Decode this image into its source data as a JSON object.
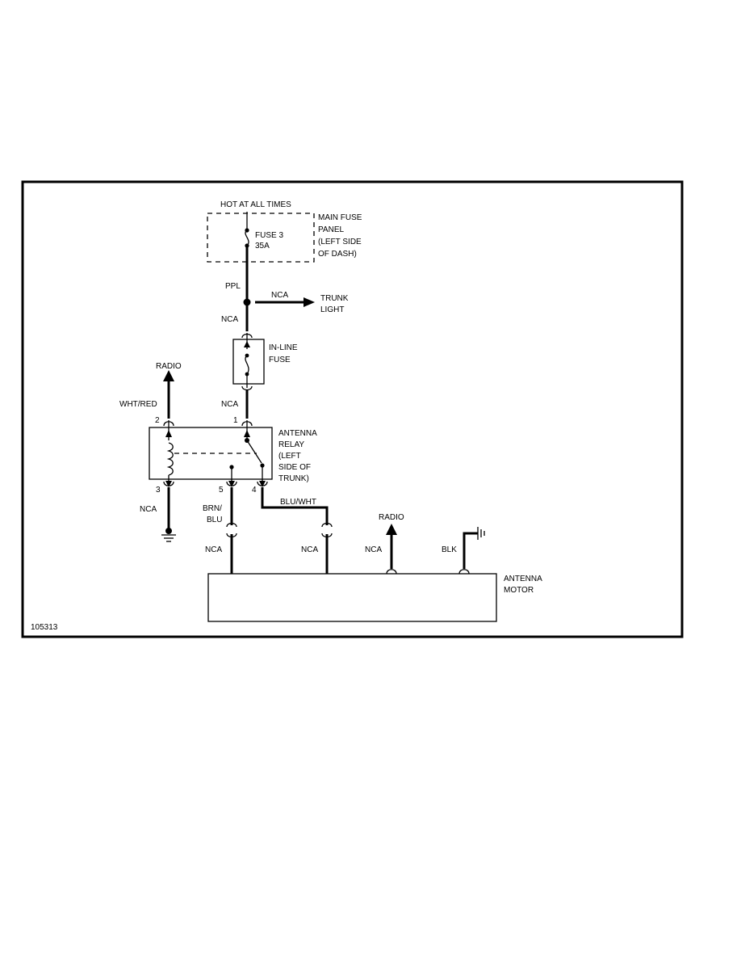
{
  "labels": {
    "hot_at_all_times": "HOT AT ALL TIMES",
    "main_fuse_panel": [
      "MAIN FUSE",
      "PANEL",
      "(LEFT SIDE",
      "OF DASH)"
    ],
    "fuse3": [
      "FUSE 3",
      "35A"
    ],
    "ppl": "PPL",
    "nca_trunk": "NCA",
    "trunk_light": [
      "TRUNK",
      "LIGHT"
    ],
    "nca_inline_top": "NCA",
    "inline_fuse": [
      "IN-LINE",
      "FUSE"
    ],
    "radio_top": "RADIO",
    "wht_red": "WHT/RED",
    "nca_relay_top": "NCA",
    "pin2": "2",
    "pin1": "1",
    "antenna_relay": [
      "ANTENNA",
      "RELAY",
      "(LEFT",
      "SIDE OF",
      "TRUNK)"
    ],
    "pin3": "3",
    "pin5": "5",
    "pin4": "4",
    "blu_wht": "BLU/WHT",
    "nca_ground": "NCA",
    "brn_blu": [
      "BRN/",
      "BLU"
    ],
    "radio_bottom": "RADIO",
    "nca_motor_1": "NCA",
    "nca_motor_2": "NCA",
    "nca_motor_3": "NCA",
    "blk": "BLK",
    "antenna_motor": [
      "ANTENNA",
      "MOTOR"
    ],
    "figure_id": "105313"
  },
  "icons": [
    "fuse-icon",
    "splice-dot-icon",
    "arrow-icon",
    "ground-icon",
    "relay-coil-icon",
    "relay-switch-icon",
    "connector-icon"
  ]
}
